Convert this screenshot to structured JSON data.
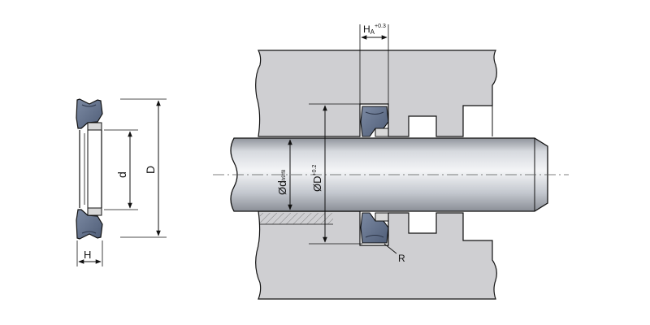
{
  "colors": {
    "background": "#ffffff",
    "housing": "#cfcfd2",
    "seal": "#5b6a84",
    "seal_highlight": "#7c8aa3",
    "backup_ring": "#d9d9d9",
    "rod_light": "#f2f3f5",
    "rod_dark": "#b8bcc4",
    "line": "#111111",
    "center_line": "#555555"
  },
  "labels": {
    "height_H": "H",
    "inner_d": "d",
    "outer_D": "D",
    "groove_width": "H",
    "groove_width_sub": "A",
    "groove_width_tol": "+0.3",
    "rod_dia_symbol": "Ø",
    "rod_dia": "d",
    "rod_dia_tol": "h9/f8",
    "groove_dia_symbol": "Ø",
    "groove_dia": "D",
    "groove_dia_tol": "+0.2",
    "radius": "R"
  }
}
